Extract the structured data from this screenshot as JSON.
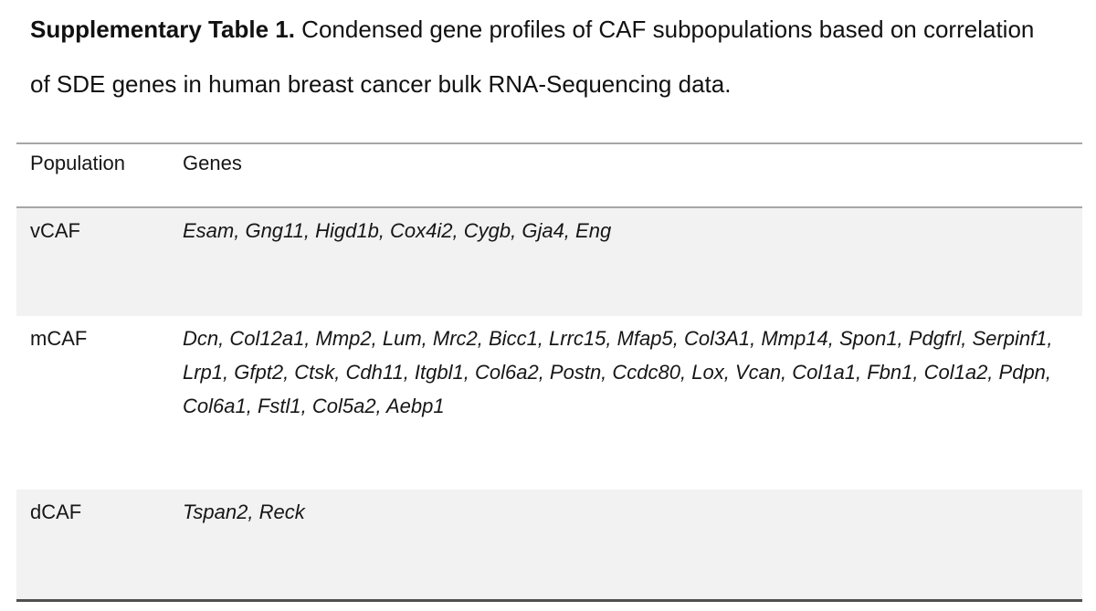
{
  "caption": {
    "label": "Supplementary Table 1.",
    "text": "Condensed gene profiles of CAF subpopulations based on correlation\nof SDE genes in human breast cancer bulk RNA-Sequencing data."
  },
  "table": {
    "headers": [
      "Population",
      "Genes"
    ],
    "rows": [
      {
        "population": "vCAF",
        "genes": "Esam, Gng11, Higd1b, Cox4i2, Cygb, Gja4, Eng"
      },
      {
        "population": "mCAF",
        "genes": "Dcn, Col12a1, Mmp2, Lum, Mrc2, Bicc1, Lrrc15, Mfap5, Col3A1, Mmp14, Spon1, Pdgfrl, Serpinf1, Lrp1, Gfpt2, Ctsk, Cdh11, Itgbl1, Col6a2, Postn, Ccdc80, Lox, Vcan, Col1a1, Fbn1, Col1a2, Pdpn, Col6a1, Fstl1, Col5a2, Aebp1"
      },
      {
        "population": "dCAF",
        "genes": "Tspan2, Reck"
      }
    ]
  },
  "colors": {
    "row_shade": "#f2f2f2",
    "rule_gray": "#a6a6a6",
    "rule_dark": "#4f4f4f",
    "text": "#161616"
  }
}
